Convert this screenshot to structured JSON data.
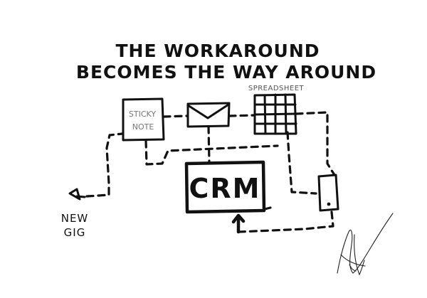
{
  "title": {
    "line1": "THE WORKAROUND",
    "line2": "BECOMES THE WAY AROUND"
  },
  "nodes": {
    "sticky_note": {
      "line1": "STICKY",
      "line2": "NOTE"
    },
    "email": {
      "icon": "envelope-icon"
    },
    "spreadsheet": {
      "label": "SPREADSHEET",
      "icon": "grid-icon"
    },
    "crm": {
      "label": "CRM"
    },
    "phone": {
      "icon": "phone-icon"
    },
    "new_gig": {
      "line1": "NEW",
      "line2": "GIG",
      "icon": "start-pin-icon"
    }
  },
  "colors": {
    "ink": "#111111",
    "background": "#ffffff",
    "faint_ink": "#777777"
  }
}
